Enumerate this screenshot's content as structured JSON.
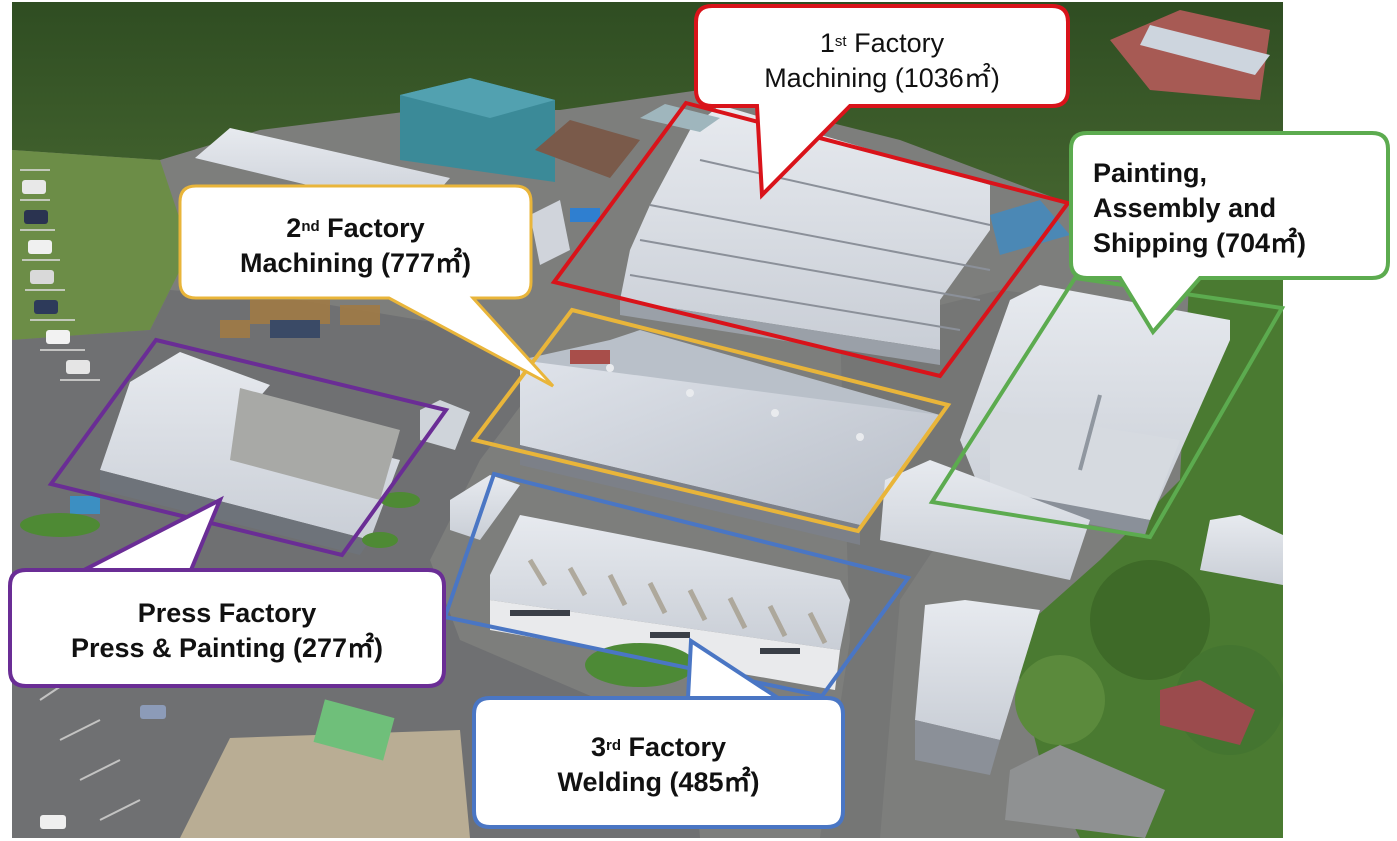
{
  "image": {
    "description": "Aerial photograph of a factory complex with colored outlines and speech-bubble callouts labeling each building",
    "callouts": [
      {
        "id": "first-factory",
        "ordinal_number": "1",
        "ordinal_suffix": "st",
        "title_rest": " Factory",
        "line2": "Machining (1036㎡)",
        "color": "#d9131a"
      },
      {
        "id": "second-factory",
        "ordinal_number": "2",
        "ordinal_suffix": "nd",
        "title_rest": " Factory",
        "line2": "Machining (777㎡)",
        "color": "#e9b53a"
      },
      {
        "id": "painting-assembly-shipping",
        "line1": "Painting,",
        "line2": "Assembly and",
        "line3": "Shipping (704㎡)",
        "color": "#5cab4f"
      },
      {
        "id": "press-factory",
        "line1": "Press Factory",
        "line2": "Press & Painting (277㎡)",
        "color": "#6a2d95"
      },
      {
        "id": "third-factory",
        "ordinal_number": "3",
        "ordinal_suffix": "rd",
        "title_rest": " Factory",
        "line2": "Welding (485㎡)",
        "color": "#4a76c4"
      }
    ]
  }
}
